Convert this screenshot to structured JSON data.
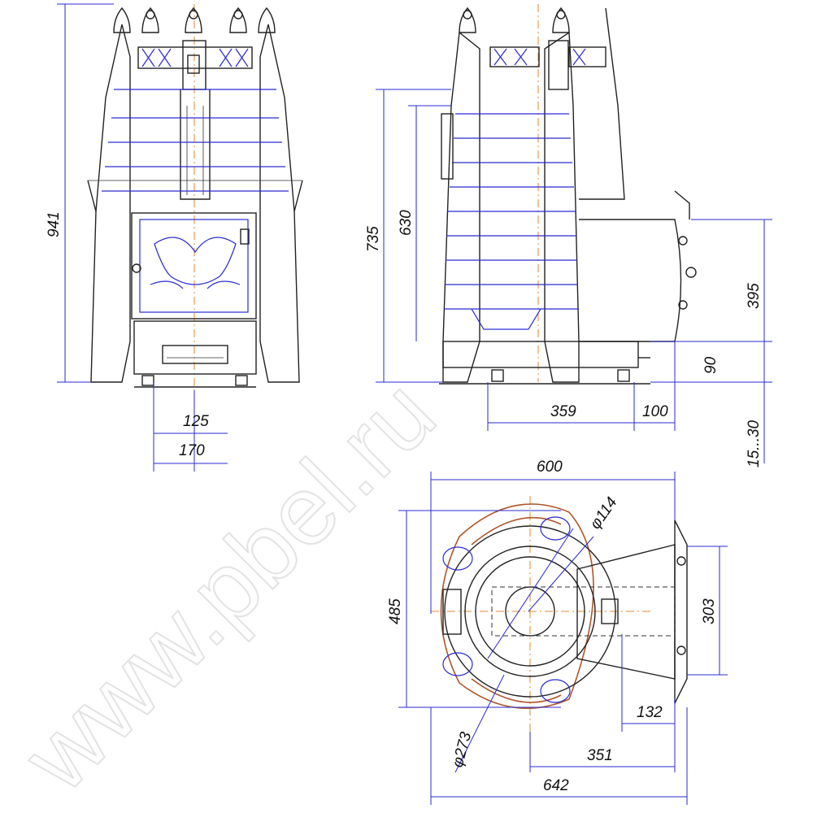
{
  "colors": {
    "outline": "#222222",
    "detail_blue": "#2a2ad0",
    "axis_orange": "#e08a2c",
    "heater_brown": "#b0552a",
    "watermark_gray": "#dddddd"
  },
  "watermark": "www.pbel.ru",
  "dimensions": {
    "front": {
      "height_total": "941",
      "width_inner": "125",
      "width_outer": "170"
    },
    "side": {
      "height_total": "735",
      "height_body": "630",
      "tank_height": "395",
      "tank_bottom": "90",
      "legs": "15...30",
      "body_depth": "359",
      "tank_offset": "100"
    },
    "top": {
      "width": "600",
      "depth": "485",
      "chimney_diameter": "φ114",
      "firebox_diameter": "φ273",
      "tank_width": "303",
      "tank_depth": "132",
      "axis_to_tank": "351",
      "overall_length": "642"
    }
  }
}
